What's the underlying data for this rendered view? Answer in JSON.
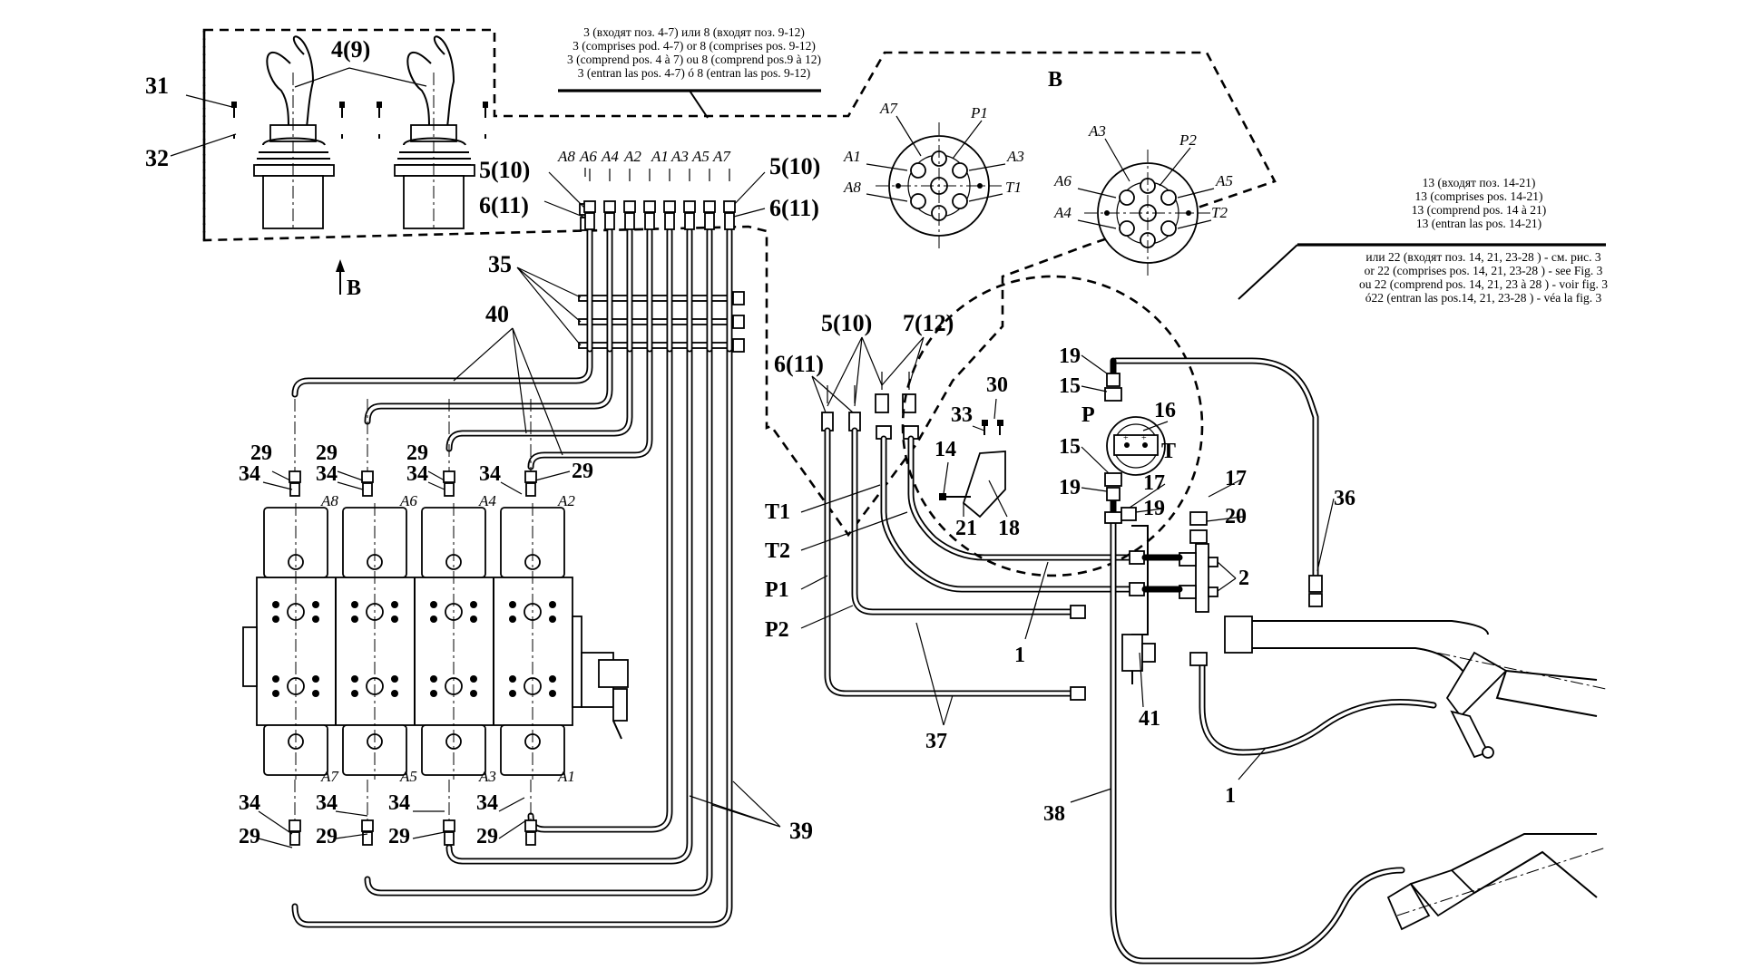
{
  "views": {
    "view_b_label": "B",
    "view_b_arrow_label": "B"
  },
  "notes": {
    "top": [
      "3 (входят поз. 4-7) или  8 (входят поз. 9-12)",
      "3 (comprises pod. 4-7) or  8 (comprises pos. 9-12)",
      "3 (comprend pos. 4 à 7) ou 8 (comprend pos.9 à 12)",
      "3 (entran las pos. 4-7) ó  8 (entran las pos. 9-12)"
    ],
    "right_upper": [
      "13 (входят поз. 14-21)",
      "13 (comprises pos. 14-21)",
      "13 (comprend pos. 14 à 21)",
      "13 (entran las pos. 14-21)"
    ],
    "right_lower": [
      "или 22 (входят поз. 14, 21, 23-28 ) - см. рис. 3",
      "or 22 (comprises pos. 14, 21, 23-28 ) - see Fig. 3",
      "ou 22 (comprend pos. 14, 21, 23 à 28 ) - voir fig. 3",
      "ó22 (entran las pos.14, 21, 23-28 ) - véa la fig. 3"
    ]
  },
  "ports": {
    "header_row": [
      "A8",
      "A6",
      "A4",
      "A2",
      "A1",
      "A3",
      "A5",
      "A7"
    ],
    "valve_top": [
      "A8",
      "A6",
      "A4",
      "A2"
    ],
    "valve_bottom": [
      "A7",
      "A5",
      "A3",
      "A1"
    ],
    "disc1": [
      "A7",
      "P1",
      "A1",
      "A3",
      "A8",
      "T1"
    ],
    "disc2": [
      "A3",
      "P2",
      "A6",
      "A5",
      "A4",
      "T2"
    ],
    "pt": [
      "P",
      "T"
    ]
  },
  "callouts": {
    "c31": "31",
    "c32": "32",
    "c49": "4(9)",
    "c510a": "5(10)",
    "c611a": "6(11)",
    "c510b": "5(10)",
    "c611b": "6(11)",
    "c35": "35",
    "c40": "40",
    "c29a": "29",
    "c34a": "34",
    "c29b": "29",
    "c34b": "34",
    "c29c": "29",
    "c34c": "34",
    "c34d": "34",
    "c29d": "29",
    "c34e": "34",
    "c29e": "29",
    "c34f": "34",
    "c29f": "29",
    "c34g": "34",
    "c29g": "29",
    "c34h": "34",
    "c29h": "29",
    "c39": "39",
    "c510c": "5(10)",
    "c712": "7(12)",
    "c611c": "6(11)",
    "cT1": "T1",
    "cT2": "T2",
    "cP1": "P1",
    "cP2": "P2",
    "c30": "30",
    "c33": "33",
    "c14": "14",
    "c21": "21",
    "c18": "18",
    "c19a": "19",
    "c15a": "15",
    "c16": "16",
    "c15b": "15",
    "c19b": "19",
    "c17a": "17",
    "c19c": "19",
    "c17b": "17",
    "c20": "20",
    "c2": "2",
    "c36": "36",
    "c1a": "1",
    "c37": "37",
    "c41": "41",
    "c38": "38",
    "c1b": "1"
  }
}
